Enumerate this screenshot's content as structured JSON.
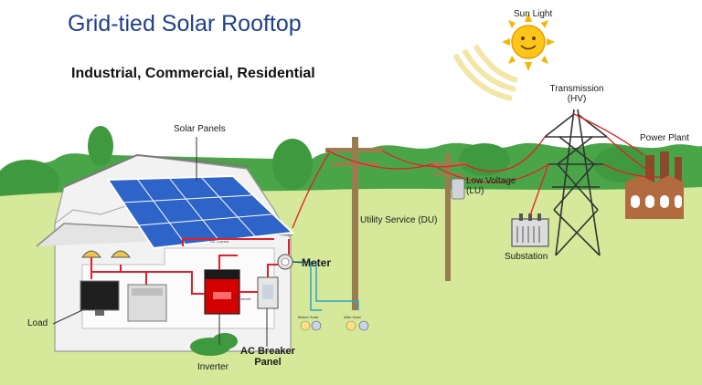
{
  "title": "Grid-tied Solar Rooftop",
  "subtitle": "Industrial, Commercial, Residential",
  "labels": {
    "sun_light": "Sun Light",
    "solar_panels": "Solar Panels",
    "transmission_line1": "Transmission",
    "transmission_line2": "(HV)",
    "power_plant": "Power Plant",
    "low_voltage_line1": "Low Voltage",
    "low_voltage_line2": "(LU)",
    "utility_service": "Utility Service (DU)",
    "substation": "Substation",
    "meter": "Meter",
    "load": "Load",
    "ac_breaker_line1": "AC Breaker",
    "ac_breaker_line2": "Panel",
    "inverter": "Inverter",
    "before_solar": "Before Solar",
    "after_solar": "After Solar",
    "dc_current": "DC Current"
  },
  "colors": {
    "sky": "#ffffff",
    "ground": "#d6e89a",
    "trees": "#3f9a3f",
    "house": "#f2f2f2",
    "panel": "#2e63c8",
    "wire": "#e0202a",
    "meter_wire": "#2aa3c9",
    "pole": "#9a7d4e",
    "title": "#1f3f8f",
    "factory": "#b26a3f",
    "sun": "#f7b500"
  }
}
